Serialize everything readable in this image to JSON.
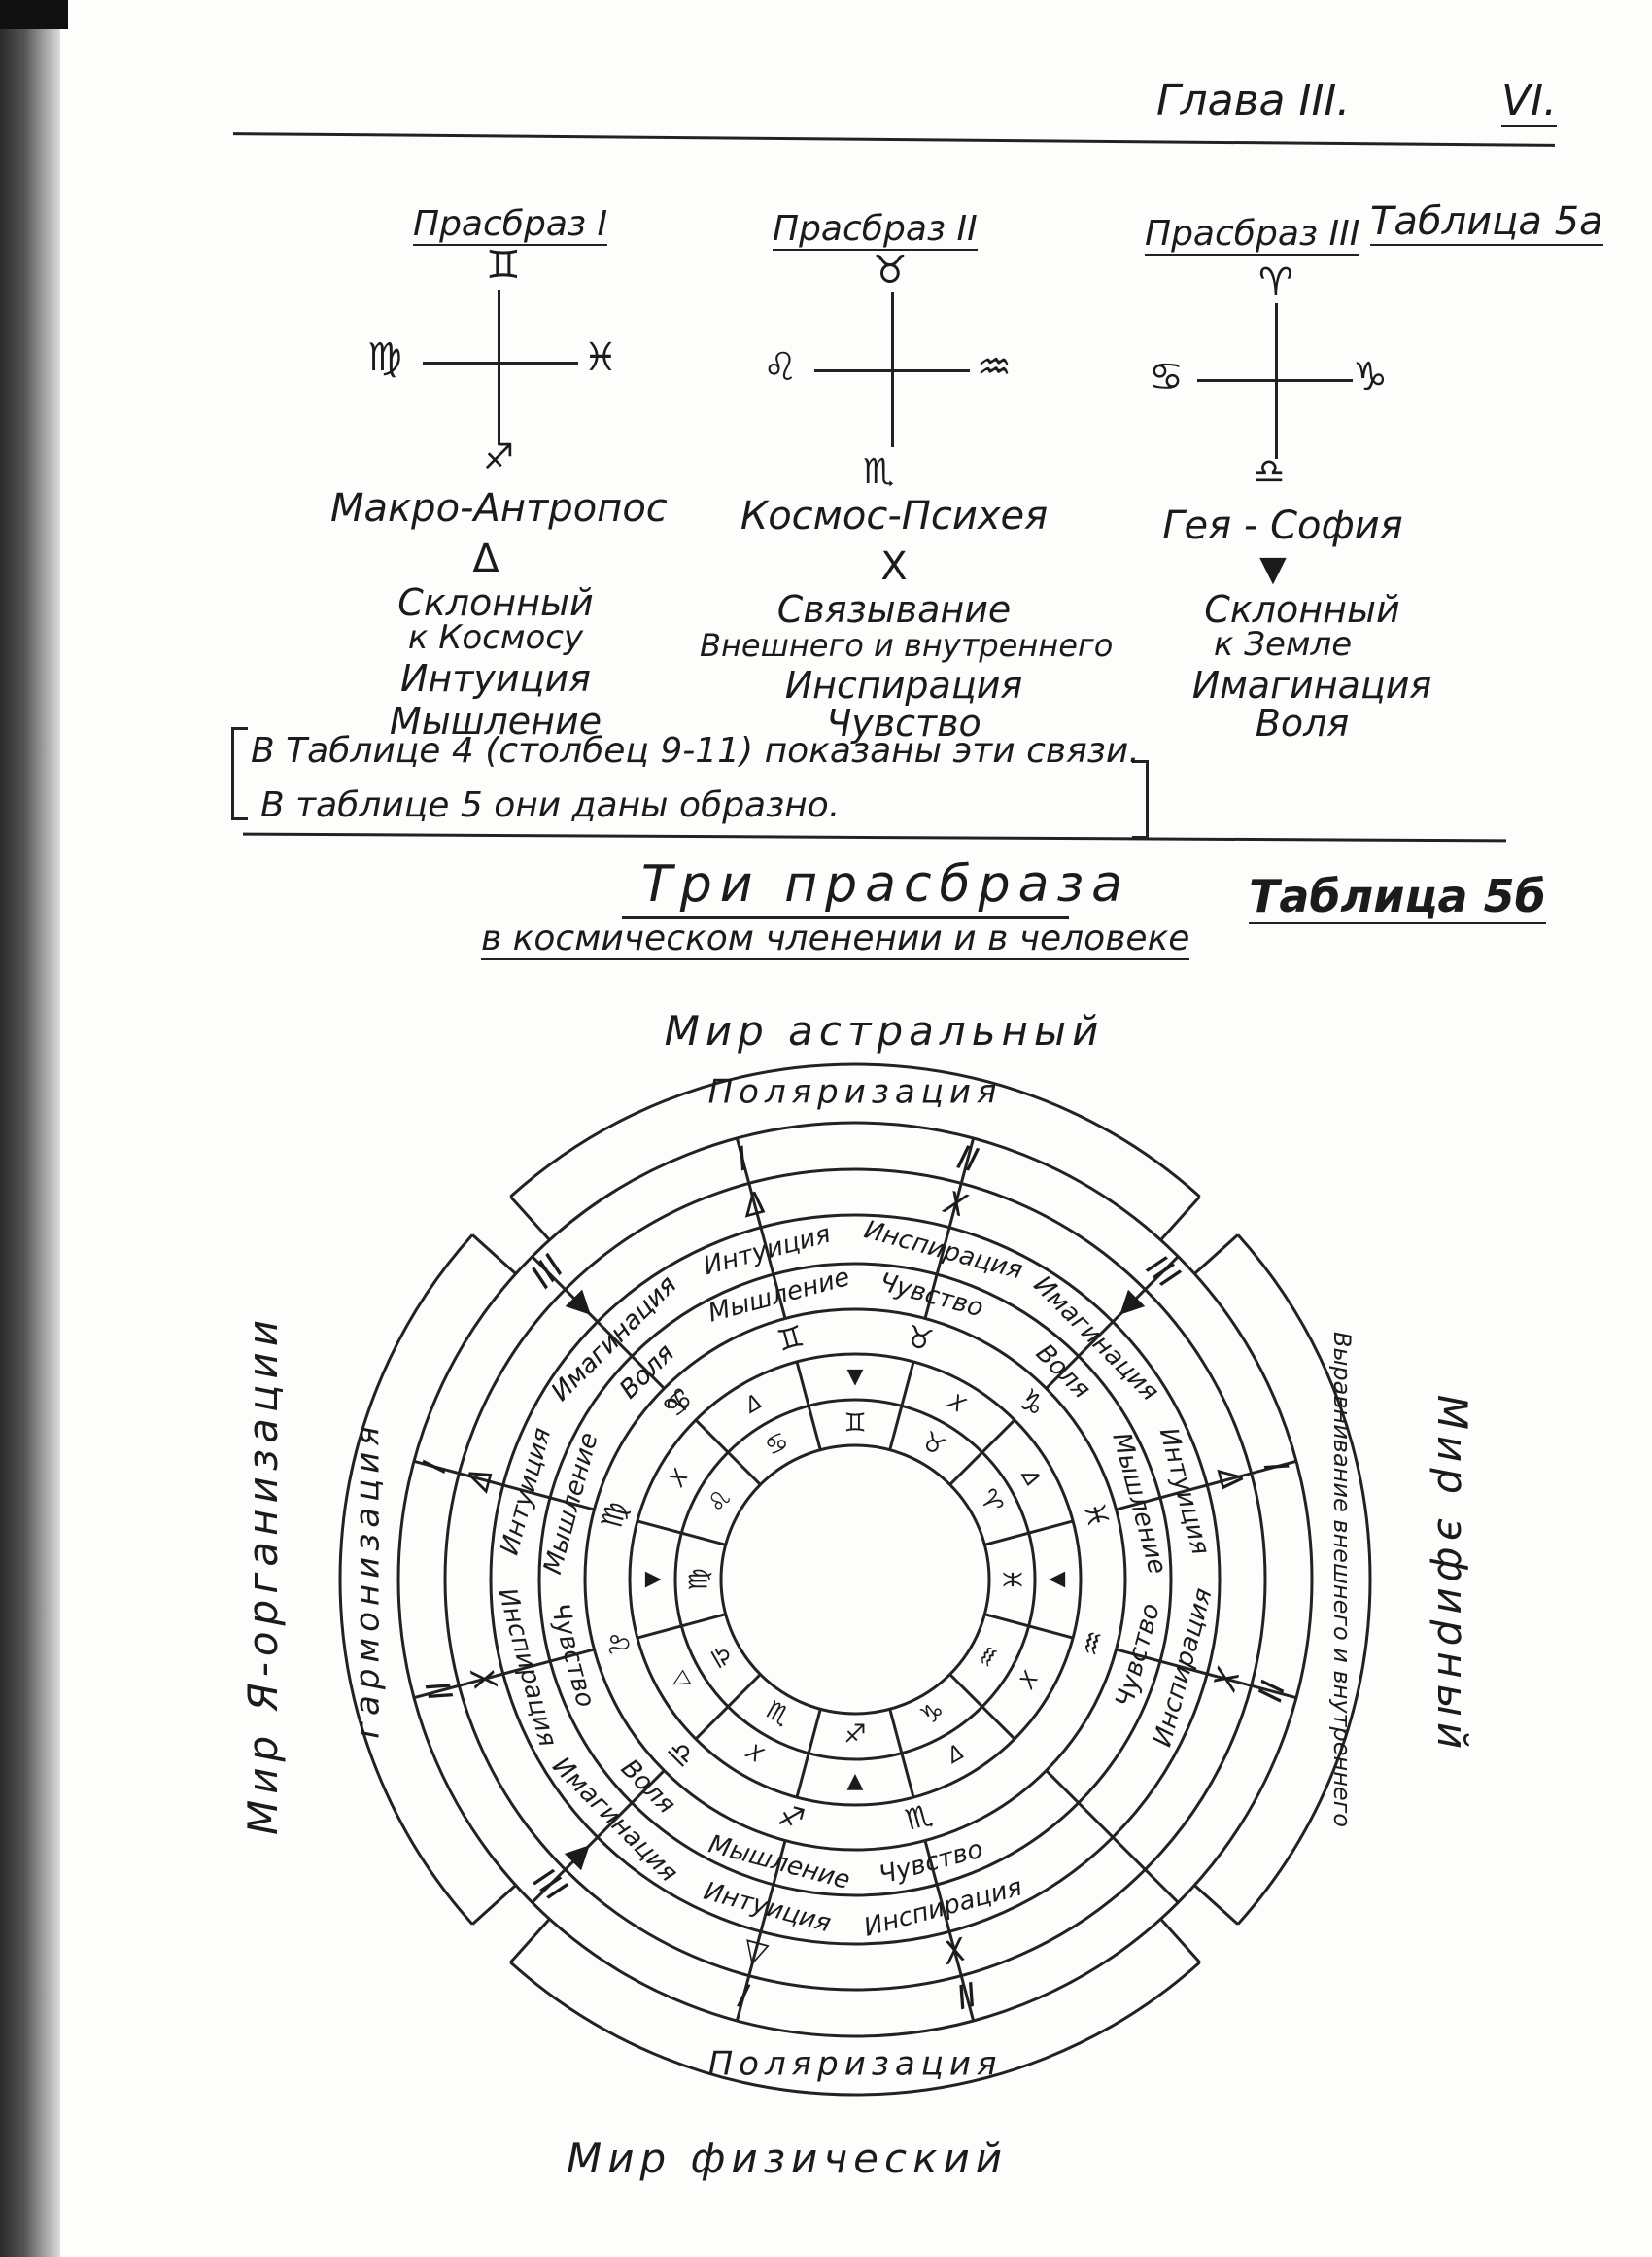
{
  "header": {
    "chapter": "Глава III.",
    "page": "VI."
  },
  "table5a": {
    "label": "Таблица 5а",
    "columns": [
      {
        "title": "Прасбраз I",
        "top": "♊",
        "left": "♍",
        "right": "♓",
        "bottom": "♐",
        "name": "Макро-Антропос",
        "symbol": "Δ",
        "lines": [
          "Склонный",
          "к Космосу",
          "Интуиция",
          "Мышление"
        ]
      },
      {
        "title": "Прасбраз II",
        "top": "♉",
        "left": "♌",
        "right": "♒",
        "bottom": "♏",
        "name": "Космос-Психея",
        "symbol": "X",
        "lines": [
          "Связывание",
          "Внешнего и внутреннего",
          "Инспирация",
          "Чувство"
        ]
      },
      {
        "title": "Прасбраз III",
        "top": "♈",
        "left": "♋",
        "right": "♑",
        "bottom": "♎",
        "name": "Гея - София",
        "symbol": "▼",
        "lines": [
          "Склонный",
          "к Земле",
          "Имагинация",
          "Воля"
        ]
      }
    ],
    "note_line1": "В Таблице 4 (столбец 9-11) показаны эти связи.",
    "note_line2": "В таблице 5 они даны образно."
  },
  "table5b": {
    "title": "Три прасбраза",
    "label": "Таблица 5б",
    "subtitle": "в космическом членении и в человеке",
    "worlds": {
      "top": "Мир астральный",
      "bottom": "Мир физический",
      "left": "Мир Я-организации",
      "right": "Мир эфирный"
    },
    "arcs": {
      "top": "Поляризация",
      "bottom": "Поляризация",
      "left": "гармонизация",
      "right": "Выравнивание внешнего и внутреннего"
    },
    "quadrants": [
      {
        "sectors": [
          {
            "roman": "I",
            "symbol": "Δ",
            "faculty": "Интуиция",
            "soul": "Мышление",
            "sign": "♊"
          },
          {
            "roman": "II",
            "symbol": "X",
            "faculty": "Инспирация",
            "soul": "Чувство",
            "sign": "♉"
          },
          {
            "roman": "III",
            "symbol": "▼",
            "faculty": "Имагинация",
            "soul": "Воля",
            "sign": "♈"
          }
        ]
      },
      {
        "sectors": [
          {
            "roman": "I",
            "symbol": "Δ",
            "faculty": "Интуиция",
            "soul": "Мышление",
            "sign": "♓"
          },
          {
            "roman": "II",
            "symbol": "X",
            "faculty": "Инспирация",
            "soul": "Чувство",
            "sign": "♒"
          },
          {
            "roman": "III",
            "symbol": "▼",
            "faculty": "Имагинация",
            "soul": "Воля",
            "sign": "♑"
          }
        ]
      },
      {
        "sectors": [
          {
            "roman": "I",
            "symbol": "▽",
            "faculty": "Интуиция",
            "soul": "Мышление",
            "sign": "♐"
          },
          {
            "roman": "II",
            "symbol": "X",
            "faculty": "Инспирация",
            "soul": "Чувство",
            "sign": "♏"
          },
          {
            "roman": "III",
            "symbol": "▲",
            "faculty": "Имагинация",
            "soul": "Воля",
            "sign": "♎"
          }
        ]
      },
      {
        "sectors": [
          {
            "roman": "I",
            "symbol": "Δ",
            "faculty": "Интуиция",
            "soul": "Мышление",
            "sign": "♍"
          },
          {
            "roman": "II",
            "symbol": "X",
            "faculty": "Инспирация",
            "soul": "Чувство",
            "sign": "♌"
          },
          {
            "roman": "III",
            "symbol": "▼",
            "faculty": "Имагинация",
            "soul": "Воля",
            "sign": "♋"
          }
        ]
      }
    ],
    "inner_signs": [
      "♊",
      "♉",
      "♈",
      "♓",
      "♒",
      "♑",
      "♐",
      "♏",
      "♎",
      "♍",
      "♌",
      "♋"
    ],
    "inner_symbols": [
      "▼",
      "X",
      "Δ",
      "▼",
      "X",
      "Δ",
      "▲",
      "X",
      "▽",
      "▼",
      "X",
      "Δ"
    ]
  }
}
